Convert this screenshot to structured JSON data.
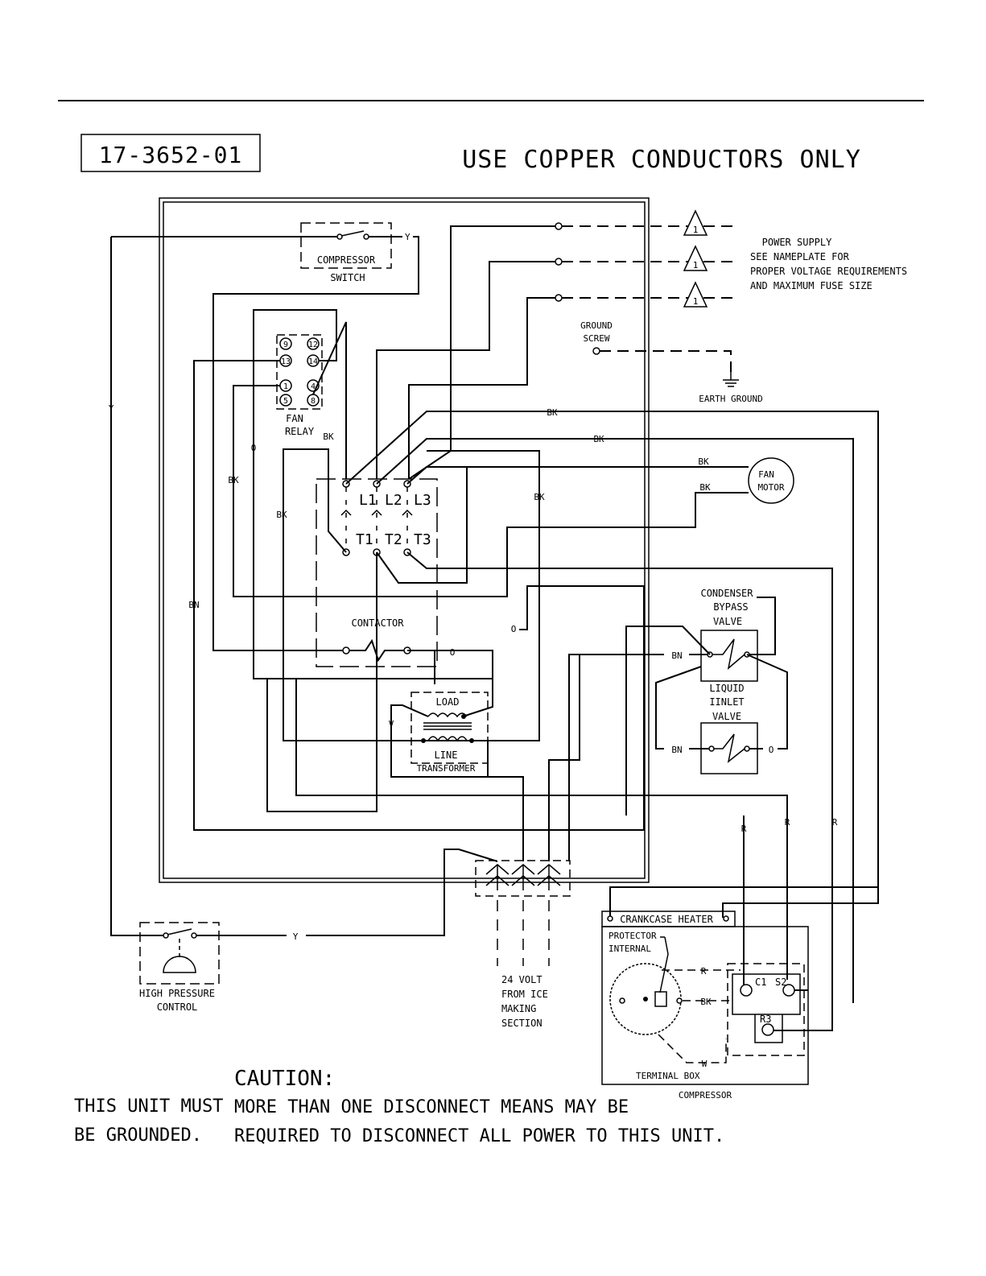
{
  "header": {
    "part_number": "17-3652-01",
    "copper_notice": "USE COPPER CONDUCTORS ONLY"
  },
  "power_supply": {
    "marker": "1",
    "note_line1": "POWER SUPPLY",
    "note_line2": "SEE NAMEPLATE FOR",
    "note_line3": "PROPER VOLTAGE REQUIREMENTS",
    "note_line4": "AND MAXIMUM FUSE SIZE"
  },
  "ground": {
    "screw_line1": "GROUND",
    "screw_line2": "SCREW",
    "earth": "EARTH GROUND"
  },
  "components": {
    "compressor_switch_1": "COMPRESSOR",
    "compressor_switch_2": "SWITCH",
    "fan_relay_1": "FAN",
    "fan_relay_2": "RELAY",
    "relay_terminals": [
      "9",
      "12",
      "13",
      "14",
      "1",
      "4",
      "5",
      "8"
    ],
    "contactor": "CONTACTOR",
    "l1": "L1",
    "l2": "L2",
    "l3": "L3",
    "t1": "T1",
    "t2": "T2",
    "t3": "T3",
    "load": "LOAD",
    "line_transformer_1": "LINE",
    "line_transformer_2": "TRANSFORMER",
    "fan_motor_1": "FAN",
    "fan_motor_2": "MOTOR",
    "condenser_1": "CONDENSER",
    "condenser_2": "BYPASS",
    "condenser_3": "VALVE",
    "liquid_1": "LIQUID",
    "liquid_2": "IINLET",
    "liquid_3": "VALVE",
    "hp_control_1": "HIGH PRESSURE",
    "hp_control_2": "CONTROL",
    "crankcase": "CRANKCASE HEATER",
    "protector_1": "PROTECTOR",
    "protector_2": "INTERNAL",
    "terminal_box": "TERMINAL BOX",
    "compressor": "COMPRESSOR",
    "c1": "C1",
    "s2": "S2",
    "r3": "R3"
  },
  "supply_24v": {
    "line1": "24 VOLT",
    "line2": "FROM ICE",
    "line3": "MAKING",
    "line4": "SECTION"
  },
  "wire_colors": {
    "black": "BK",
    "yellow": "Y",
    "orange": "O",
    "brown": "BN",
    "red": "R",
    "violet": "V",
    "white": "W"
  },
  "notes": {
    "grounded_1": "THIS UNIT MUST",
    "grounded_2": "BE GROUNDED.",
    "caution_title": "CAUTION:",
    "caution_1": "MORE THAN ONE DISCONNECT MEANS MAY BE",
    "caution_2": "REQUIRED TO DISCONNECT ALL POWER TO THIS UNIT."
  }
}
